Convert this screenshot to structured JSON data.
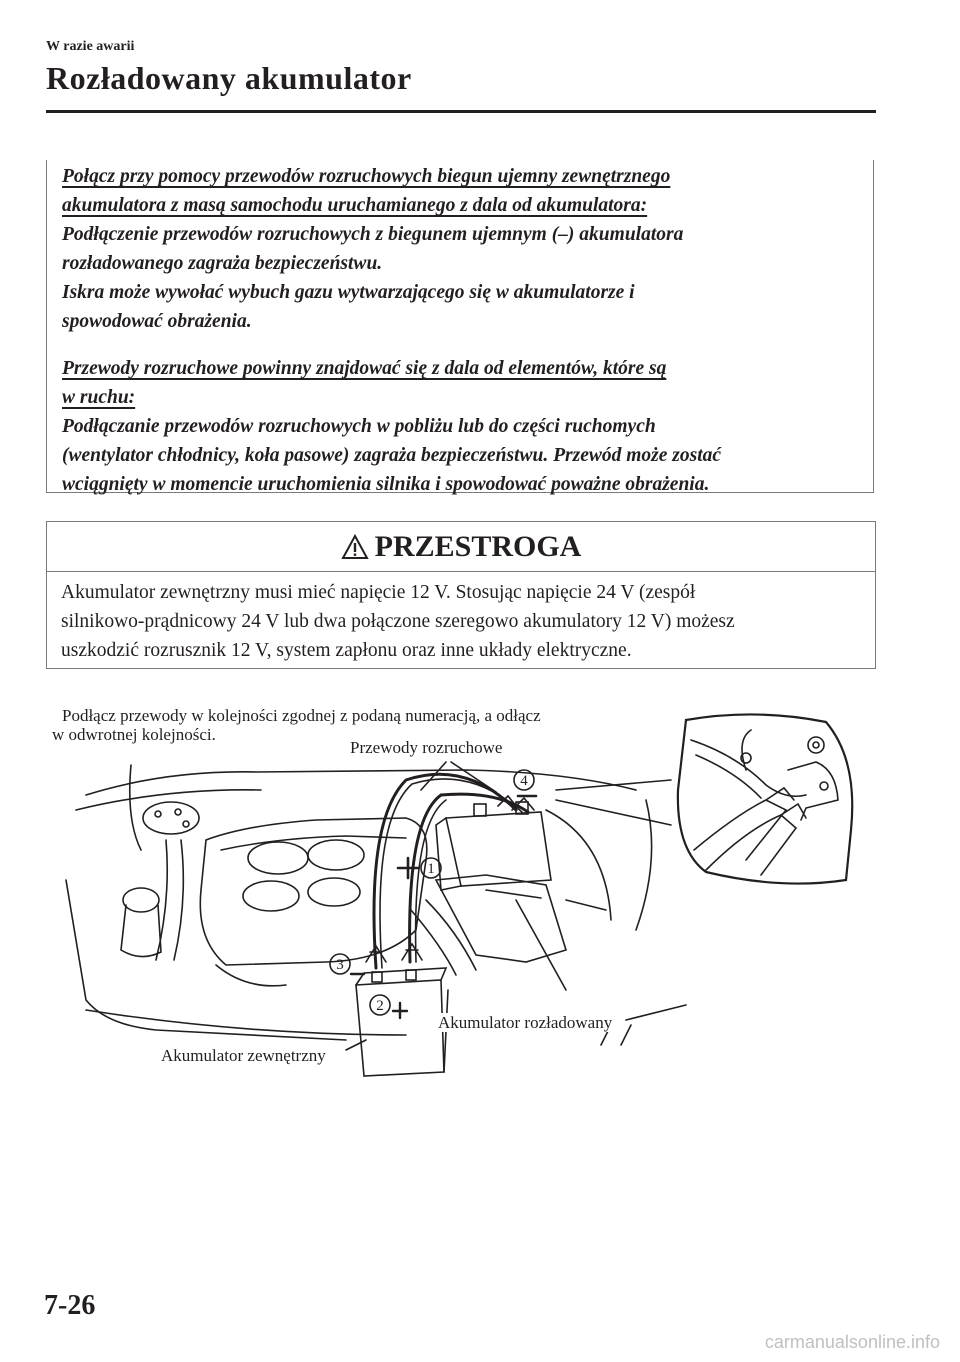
{
  "header": {
    "section": "W razie awarii",
    "title": "Rozładowany akumulator"
  },
  "warning": {
    "items": [
      {
        "heading_line1": "Połącz przy pomocy przewodów rozruchowych biegun ujemny zewnętrznego",
        "heading_line2": "akumulatora z masą samochodu uruchamianego z dala od akumulatora:",
        "body": [
          "Podłączenie przewodów rozruchowych z biegunem ujemnym (–) akumulatora",
          "rozładowanego zagraża bezpieczeństwu.",
          "Iskra może wywołać wybuch gazu wytwarzającego się w akumulatorze i",
          "spowodować obrażenia."
        ]
      },
      {
        "heading_line1": "Przewody rozruchowe powinny znajdować się z dala od elementów, które są",
        "heading_line2": "w ruchu:",
        "body": [
          "Podłączanie przewodów rozruchowych w pobliżu lub do części ruchomych",
          "(wentylator chłodnicy, koła pasowe) zagraża bezpieczeństwu. Przewód może zostać",
          "wciągnięty w momencie uruchomienia silnika i spowodować poważne obrażenia."
        ]
      }
    ]
  },
  "caution": {
    "title": "PRZESTROGA",
    "icon": "warning-triangle-icon",
    "lines": [
      "Akumulator zewnętrzny musi mieć napięcie 12 V. Stosując napięcie 24 V (zespół",
      "silnikowo-prądnicowy 24 V lub dwa połączone szeregowo akumulatory 12 V) możesz",
      "uszkodzić rozrusznik 12 V, system zapłonu oraz inne układy elektryczne."
    ]
  },
  "figure": {
    "note_line1": "Podłącz przewody w kolejności zgodnej z podaną numeracją, a odłącz",
    "note_line2": "w odwrotnej kolejności.",
    "cables": "Przewody rozruchowe",
    "dead_battery": "Akumulator rozładowany",
    "external_battery": "Akumulator zewnętrzny",
    "steps": [
      "1",
      "2",
      "3",
      "4"
    ],
    "plus": "+",
    "minus": "–"
  },
  "footer": {
    "page_number": "7-26",
    "site": "carmanualsonline.info"
  }
}
